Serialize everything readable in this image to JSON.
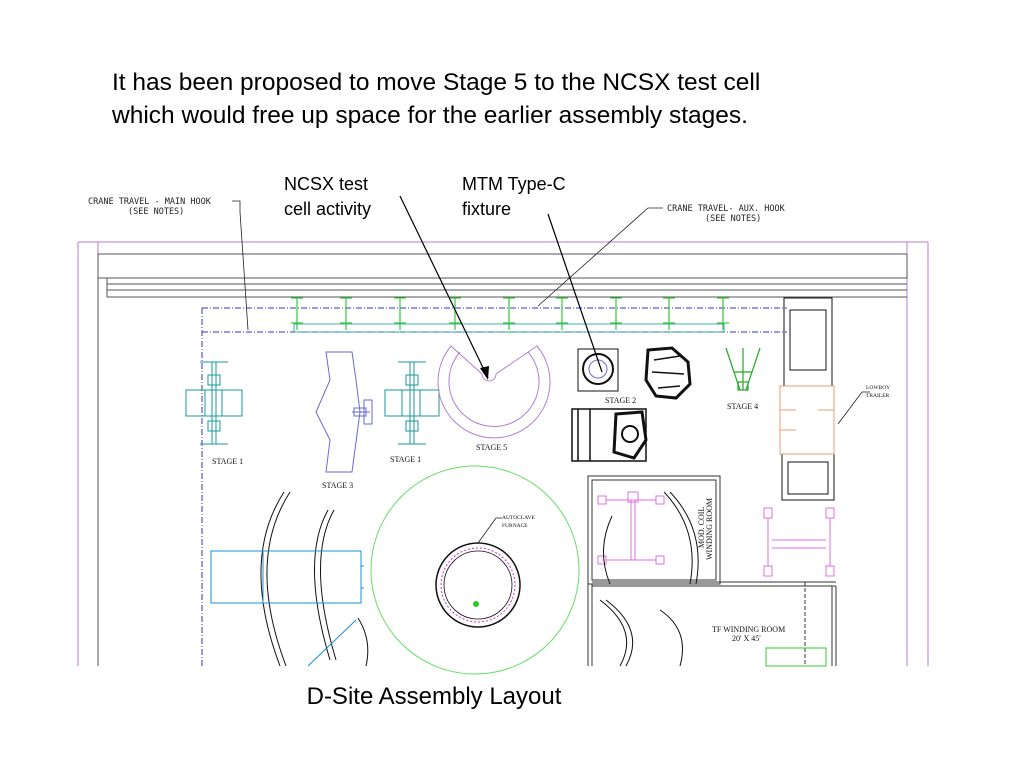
{
  "headline": {
    "line1": "It has been proposed to move Stage 5 to the NCSX test cell",
    "line2": "which would free up space for the earlier assembly stages."
  },
  "callouts": {
    "ncsx_line1": "NCSX test",
    "ncsx_line2": "cell activity",
    "mtm_line1": "MTM Type-C",
    "mtm_line2": "fixture"
  },
  "caption": "D-Site Assembly Layout",
  "drawing": {
    "crane_main_line1": "CRANE TRAVEL - MAIN HOOK",
    "crane_main_line2": "(SEE NOTES)",
    "crane_aux_line1": "CRANE TRAVEL- AUX. HOOK",
    "crane_aux_line2": "(SEE NOTES)",
    "stage1_left": "STAGE 1",
    "stage1_right": "STAGE 1",
    "stage3": "STAGE 3",
    "stage5": "STAGE 5",
    "stage2": "STAGE 2",
    "stage4": "STAGE 4",
    "lowboy_line1": "LOWBOY",
    "lowboy_line2": "TRAILER",
    "autoclave_line1": "AUTOCLAVE",
    "autoclave_line2": "FURNACE",
    "mod_coil_line1": "MOD. COIL",
    "mod_coil_line2": "WINDING ROOM",
    "tf_line1": "TF WINDING ROOM",
    "tf_line2": "20' X 45'"
  },
  "colors": {
    "magenta": "#b07fd8",
    "pink": "#e070e0",
    "green_column": "#33cc33",
    "teal": "#1a9a9a",
    "cyan": "#1a8fd8",
    "circle_green": "#66dd66",
    "crane_dash": "#3333cc",
    "trailer_orange": "#e8a070"
  }
}
